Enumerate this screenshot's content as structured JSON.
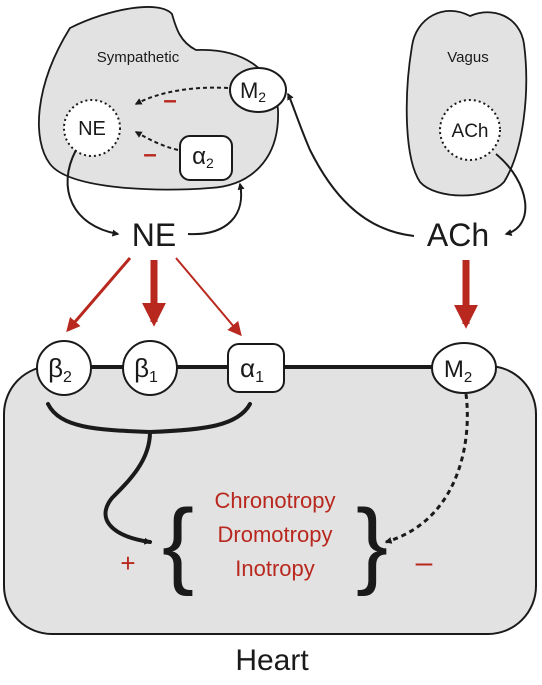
{
  "sympathetic": {
    "title": "Sympathetic",
    "ne_inner": "NE",
    "m2": {
      "base": "M",
      "sub": "2"
    },
    "alpha2": {
      "base": "α",
      "sub": "2"
    },
    "minus_m2": "–",
    "minus_alpha2": "–"
  },
  "vagus": {
    "title": "Vagus",
    "ach_inner": "ACh"
  },
  "ne_label": "NE",
  "ach_label": "ACh",
  "receptors": {
    "beta2": {
      "base": "β",
      "sub": "2"
    },
    "beta1": {
      "base": "β",
      "sub": "1"
    },
    "alpha1": {
      "base": "α",
      "sub": "1"
    },
    "m2": {
      "base": "M",
      "sub": "2"
    }
  },
  "effects": [
    "Chronotropy",
    "Dromotropy",
    "Inotropy"
  ],
  "plus_sign": "+",
  "minus_sign": "–",
  "heart_label": "Heart",
  "colors": {
    "red": "#b8281e",
    "fill": "#e2e2e2",
    "stroke": "#1a1a1a"
  }
}
